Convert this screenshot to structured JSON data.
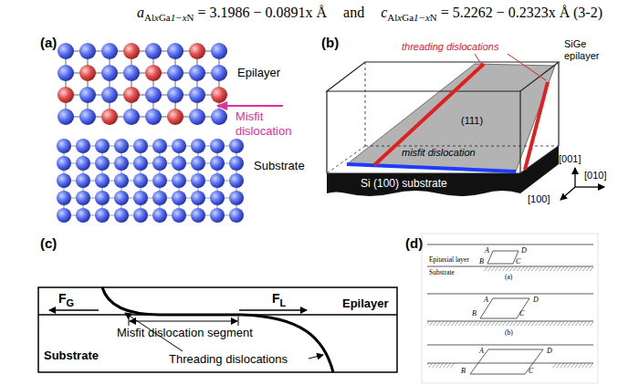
{
  "diagram": {
    "labels": [
      "a",
      "Al",
      "x",
      "Ga",
      "1−x",
      "N",
      "= 3.1986 − 0.0891x Å",
      "and",
      "c",
      "Al",
      "x",
      "Ga",
      "1−x",
      "N",
      "= 5.2262 − 0.2323x Å",
      "(3-2)",
      "(a)",
      "Epilayer",
      "Misfit dislocation",
      "Substrate",
      "(b)",
      "threading dislocations",
      "SiGe epilayer",
      "(111)",
      "misfit dislocation",
      "Si (100) substrate",
      "[001]",
      "[010]",
      "[100]",
      "(c)",
      "F",
      "G",
      "F",
      "L",
      "Epilayer",
      "Misfit dislocation segment",
      "Substrate",
      "Threading dislocations",
      "(d)",
      "Epitaxial layer",
      "Substrate",
      "A",
      "D",
      "B",
      "C",
      "(a)",
      "A",
      "D",
      "B",
      "C",
      "(b)",
      "A",
      "D",
      "B",
      "C"
    ]
  }
}
